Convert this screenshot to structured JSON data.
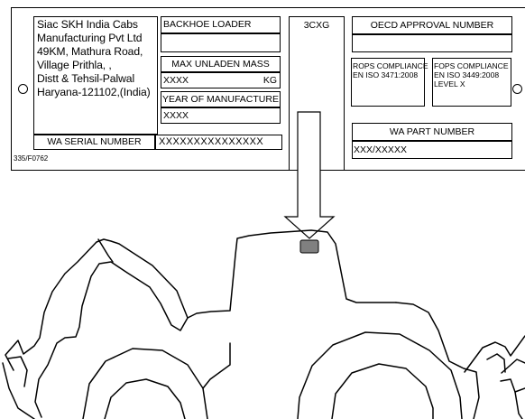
{
  "plate": {
    "address_lines": [
      "Siac SKH India Cabs",
      "Manufacturing Pvt Ltd",
      "49KM, Mathura Road,",
      "Village Prithla, ,",
      "Distt & Tehsil-Palwal",
      "Haryana-121102,(India)"
    ],
    "machine_type": "BACKHOE LOADER",
    "max_unladen_mass_label": "MAX UNLADEN MASS",
    "mass_value": "XXXX",
    "mass_unit": "KG",
    "year_label": "YEAR OF MANUFACTURE",
    "year_value": "XXXX",
    "model": "3CXG",
    "oecd_label": "OECD APPROVAL NUMBER",
    "rops_label": [
      "ROPS COMPLIANCE",
      "EN ISO 3471:2008"
    ],
    "fops_label": [
      "FOPS COMPLIANCE",
      "EN ISO 3449:2008",
      "LEVEL X"
    ],
    "wa_part_label": "WA PART NUMBER",
    "wa_part_value": "XXX/XXXXX",
    "wa_serial_label": "WA SERIAL NUMBER",
    "wa_serial_value": "XXXXXXXXXXXXXXX",
    "plate_code": "335/F0762"
  },
  "colors": {
    "line": "#000000",
    "plate_marker": "#808080"
  }
}
